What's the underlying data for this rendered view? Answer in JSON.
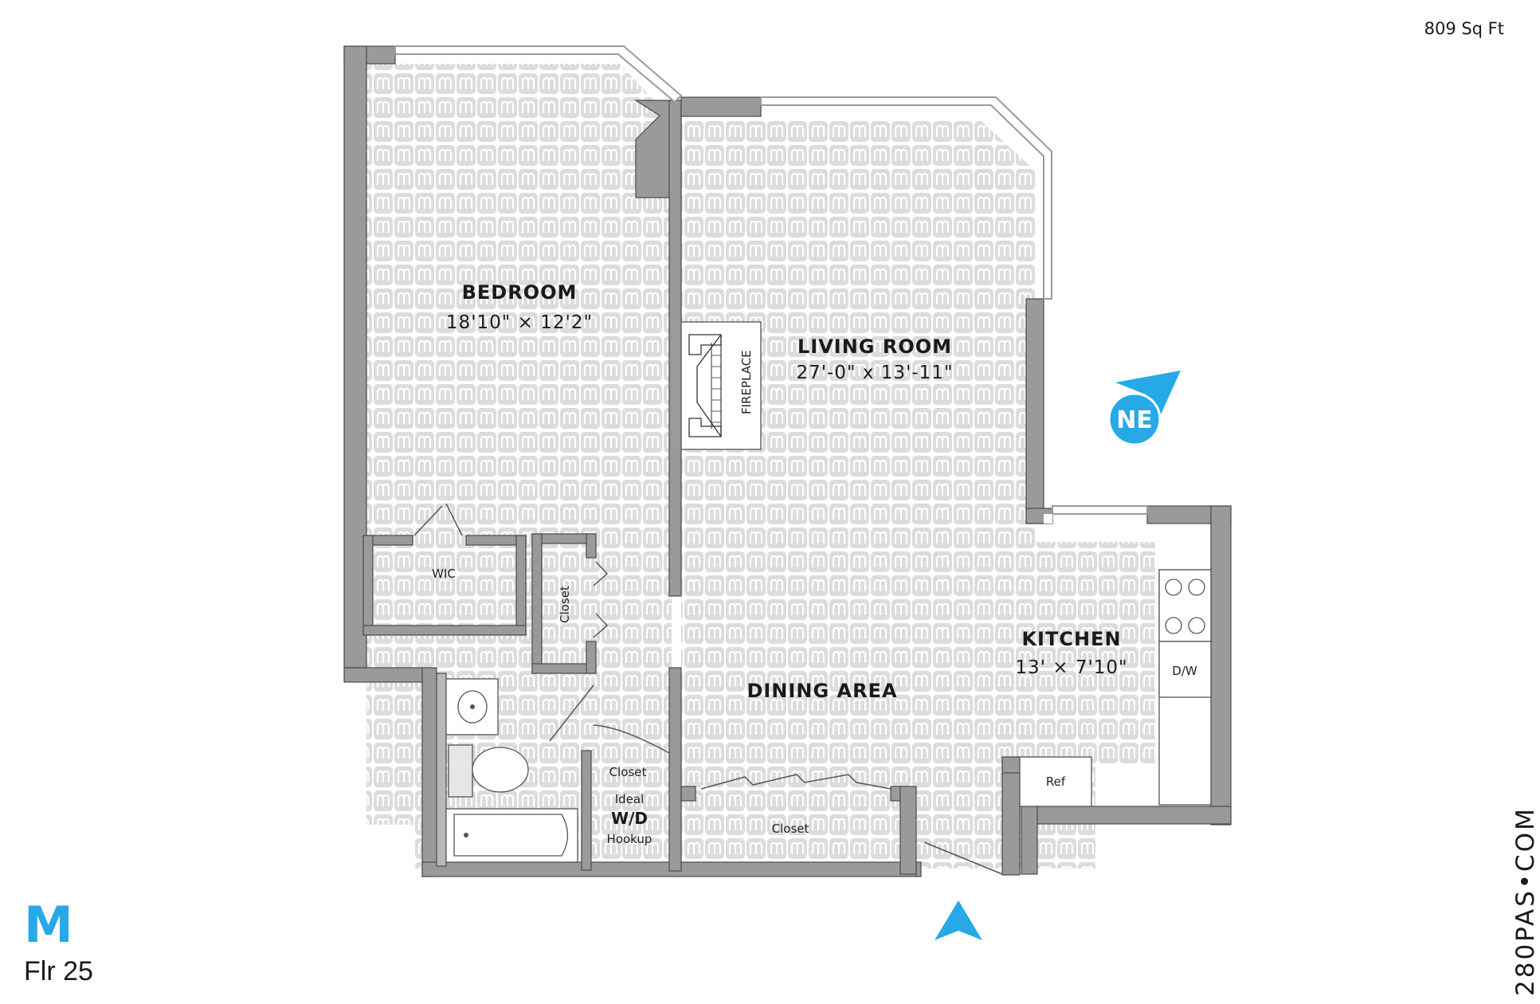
{
  "header": {
    "area": "809 Sq Ft"
  },
  "unit": {
    "letter": "M",
    "floor": "Flr 25"
  },
  "brand": {
    "text": "280PAS•COM"
  },
  "compass": {
    "ne_label": "NE",
    "accent": "#27a9e8"
  },
  "colors": {
    "wall": "#9a9a9a",
    "floor_tile": "#dcdcdc",
    "accent": "#27a9e8"
  },
  "rooms": {
    "bedroom": {
      "name": "BEDROOM",
      "dims": "18'10\" × 12'2\""
    },
    "living": {
      "name": "LIVING ROOM",
      "dims": "27'-0\" x 13'-11\""
    },
    "kitchen": {
      "name": "KITCHEN",
      "dims": "13' × 7'10\""
    },
    "dining": {
      "name": "DINING AREA"
    }
  },
  "labels": {
    "fireplace": "FIREPLACE",
    "wic": "WIC",
    "closet_vertical": "Closet",
    "closet_hall": "Closet",
    "closet_dining": "Closet",
    "ideal": "Ideal",
    "wd": "W/D",
    "hookup": "Hookup",
    "dw": "D/W",
    "ref": "Ref"
  }
}
